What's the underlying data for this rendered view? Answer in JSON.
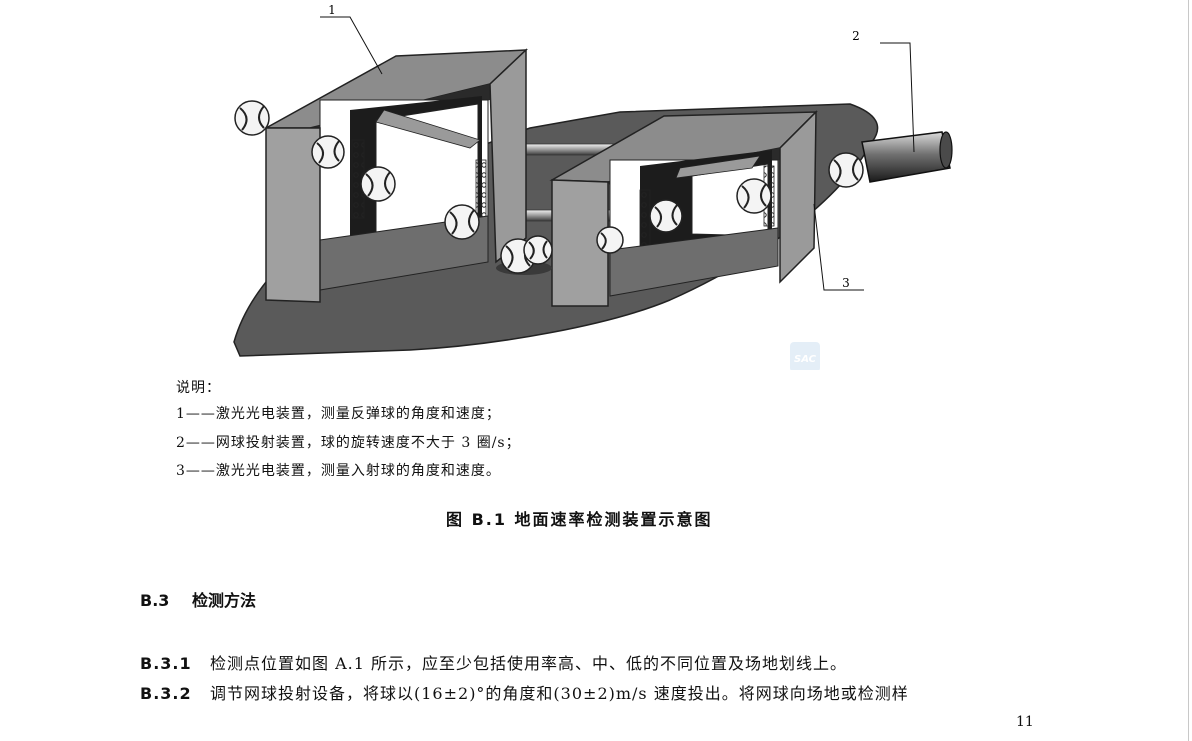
{
  "figure": {
    "callouts": [
      "1",
      "2",
      "3"
    ],
    "watermark": "SAC"
  },
  "legend": {
    "heading": "说明：",
    "items": [
      "1——激光光电装置，测量反弹球的角度和速度；",
      "2——网球投射装置，球的旋转速度不大于 3 圈/s；",
      "3——激光光电装置，测量入射球的角度和速度。"
    ]
  },
  "caption": "图 B.1   地面速率检测装置示意图",
  "section": {
    "number": "B.3",
    "title": "检测方法"
  },
  "paragraphs": [
    {
      "number": "B.3.1",
      "text": "检测点位置如图 A.1 所示，应至少包括使用率高、中、低的不同位置及场地划线上。"
    },
    {
      "number": "B.3.2",
      "text": "调节网球投射设备，将球以(16±2)°的角度和(30±2)m/s 速度投出。将网球向场地或检测样"
    }
  ],
  "page_number": "11"
}
